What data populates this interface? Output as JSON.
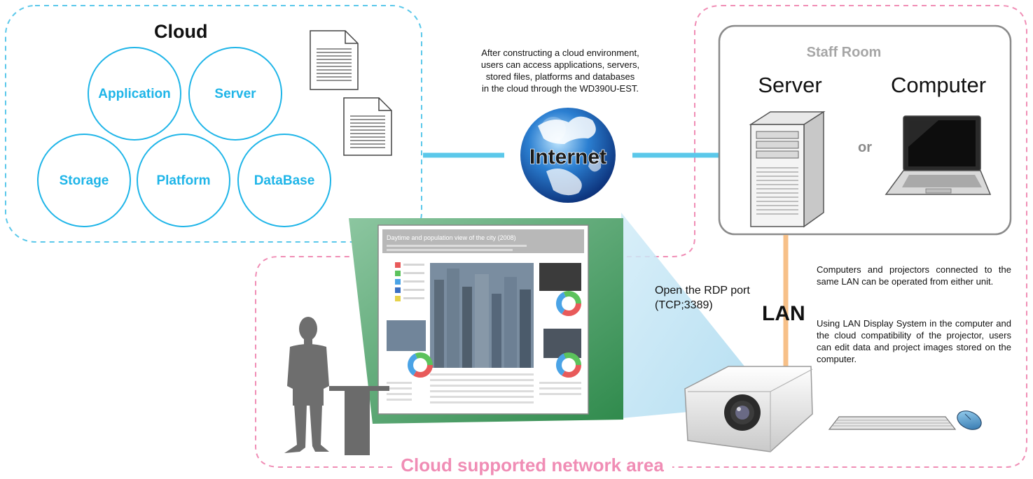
{
  "cloud": {
    "title": "Cloud",
    "services": [
      "Application",
      "Server",
      "Storage",
      "Platform",
      "DataBase"
    ]
  },
  "internet": {
    "label": "Internet",
    "description": [
      "After constructing a cloud environment,",
      "users can access applications, servers,",
      "stored files, platforms and databases",
      "in the cloud through the WD390U-EST."
    ]
  },
  "staff_room": {
    "title": "Staff Room",
    "server_label": "Server",
    "computer_label": "Computer",
    "or_label": "or"
  },
  "network": {
    "rdp_line1": "Open the RDP port",
    "rdp_line2": "(TCP;3389)",
    "lan_label": "LAN",
    "note1": "Computers and projectors connected to the same LAN can be operated from either unit.",
    "note2": "Using LAN Display System in the computer and the cloud compatibility of the projector, users can edit data and project images stored on the computer."
  },
  "area_label": "Cloud supported network area",
  "screen": {
    "slide_title": "Daytime and population view of the city (2008)"
  },
  "colors": {
    "cloud_border": "#5bc8ea",
    "network_border": "#f08db5",
    "accent_blue": "#1fb5e8",
    "link_blue": "#5bc8ea",
    "lan_orange": "#f7c088",
    "staff_gray": "#a6a6a6"
  }
}
